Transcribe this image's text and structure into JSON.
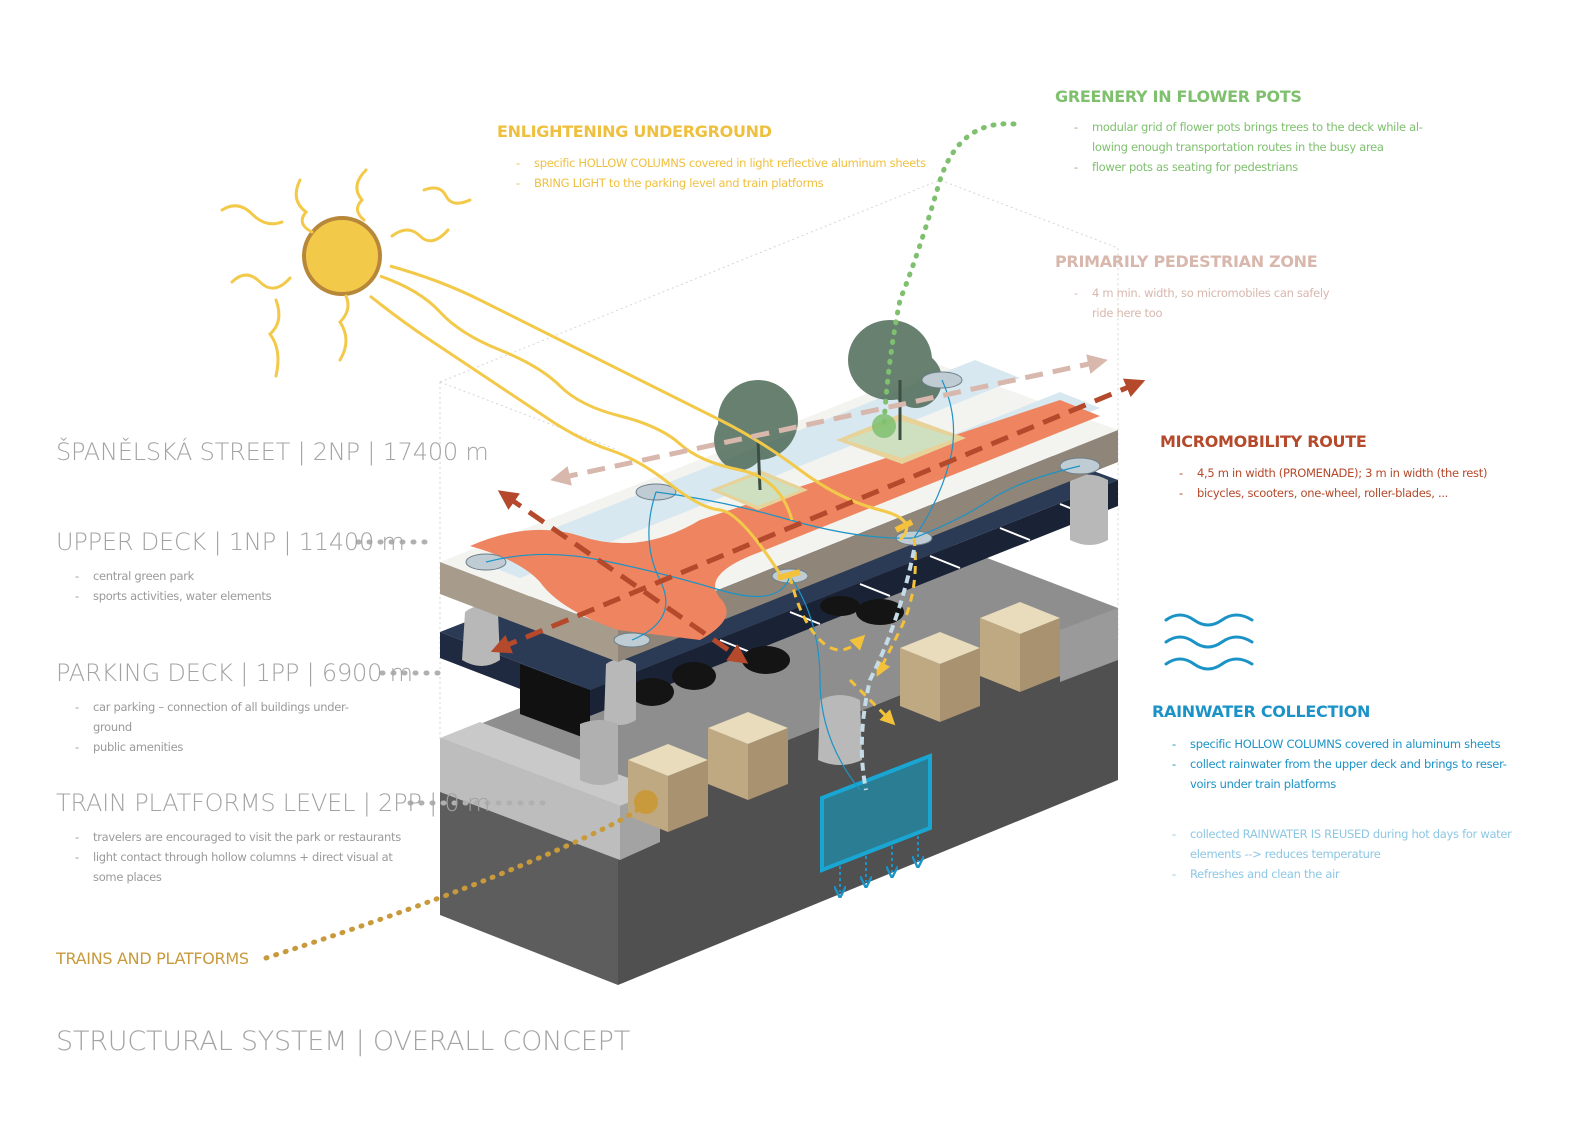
{
  "colors": {
    "sun": "#f3c94a",
    "sun_outline": "#b8883a",
    "enlightening": "#efbf3e",
    "greenery": "#7fc06e",
    "pedestrian": "#d8b7ad",
    "micromobility": "#b4492b",
    "rainwater": "#1c93c6",
    "rainwater_light": "#8cc7e4",
    "trains": "#c89a3c",
    "level_label": "#a3a3a3"
  },
  "levels": [
    {
      "title": "ŠPANĚLSKÁ STREET | 2NP | 17400 m",
      "items": []
    },
    {
      "title": "UPPER DECK | 1NP | 11400 m",
      "items": [
        "central green park",
        "sports activities, water elements"
      ]
    },
    {
      "title": "PARKING DECK | 1PP | 6900 m",
      "items": [
        "car parking – connection of all buildings under-",
        "ground",
        "public amenities"
      ]
    },
    {
      "title": "TRAIN PLATFORMS LEVEL | 2PP | 0 m",
      "items": [
        "travelers are encouraged to visit the park or restaurants",
        "light contact through hollow columns + direct visual at",
        "some places"
      ]
    }
  ],
  "trains_label": "TRAINS AND PLATFORMS",
  "footer_title": "STRUCTURAL SYSTEM | OVERALL CONCEPT",
  "enlightening": {
    "title": "ENLIGHTENING UNDERGROUND",
    "items": [
      "specific HOLLOW COLUMNS covered in light reflective aluminum sheets",
      "BRING LIGHT to the parking level and train platforms"
    ]
  },
  "greenery": {
    "title": "GREENERY IN FLOWER POTS",
    "items": [
      "modular grid of flower pots brings trees to the deck while al-",
      "lowing enough transportation routes in the busy area",
      "flower pots as seating for pedestrians"
    ]
  },
  "pedestrian": {
    "title": "PRIMARILY PEDESTRIAN ZONE",
    "items": [
      "4 m min. width, so micromobiles can safely",
      "ride here too"
    ]
  },
  "micromobility": {
    "title": "MICROMOBILITY ROUTE",
    "items": [
      "4,5 m in width (PROMENADE); 3 m in width (the rest)",
      "bicycles, scooters, one-wheel, roller-blades, ..."
    ]
  },
  "rainwater": {
    "title": "RAINWATER COLLECTION",
    "items": [
      "specific HOLLOW COLUMNS covered in aluminum sheets",
      "collect rainwater from the upper deck and brings to reser-",
      "voirs under train platforms"
    ],
    "items_reuse": [
      "collected RAINWATER IS REUSED during hot days for water",
      "elements --> reduces temperature",
      "Refreshes and clean the air"
    ]
  }
}
